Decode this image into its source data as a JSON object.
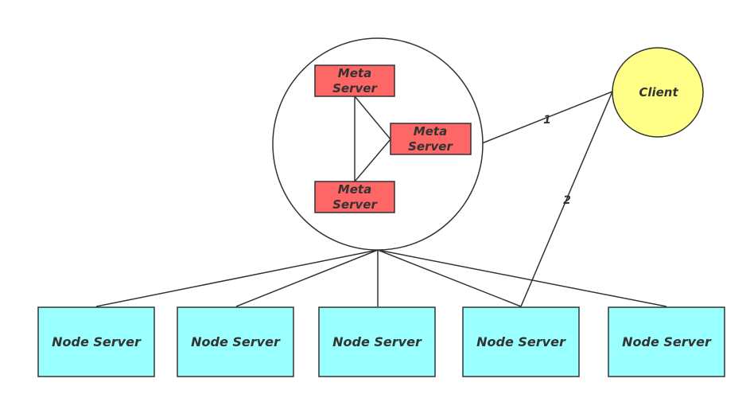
{
  "diagram": {
    "client": {
      "label": "Client",
      "fill": "#ffff88"
    },
    "meta_servers": [
      {
        "line1": "Meta",
        "line2": "Server"
      },
      {
        "line1": "Meta",
        "line2": "Server"
      },
      {
        "line1": "Meta",
        "line2": "Server"
      }
    ],
    "meta_fill": "#ff6666",
    "node_servers": [
      {
        "label": "Node Server"
      },
      {
        "label": "Node Server"
      },
      {
        "label": "Node Server"
      },
      {
        "label": "Node Server"
      },
      {
        "label": "Node Server"
      }
    ],
    "node_fill": "#99ffff",
    "edge_labels": {
      "client_to_meta": "1",
      "client_to_node": "2"
    },
    "line_color": "#333333"
  }
}
